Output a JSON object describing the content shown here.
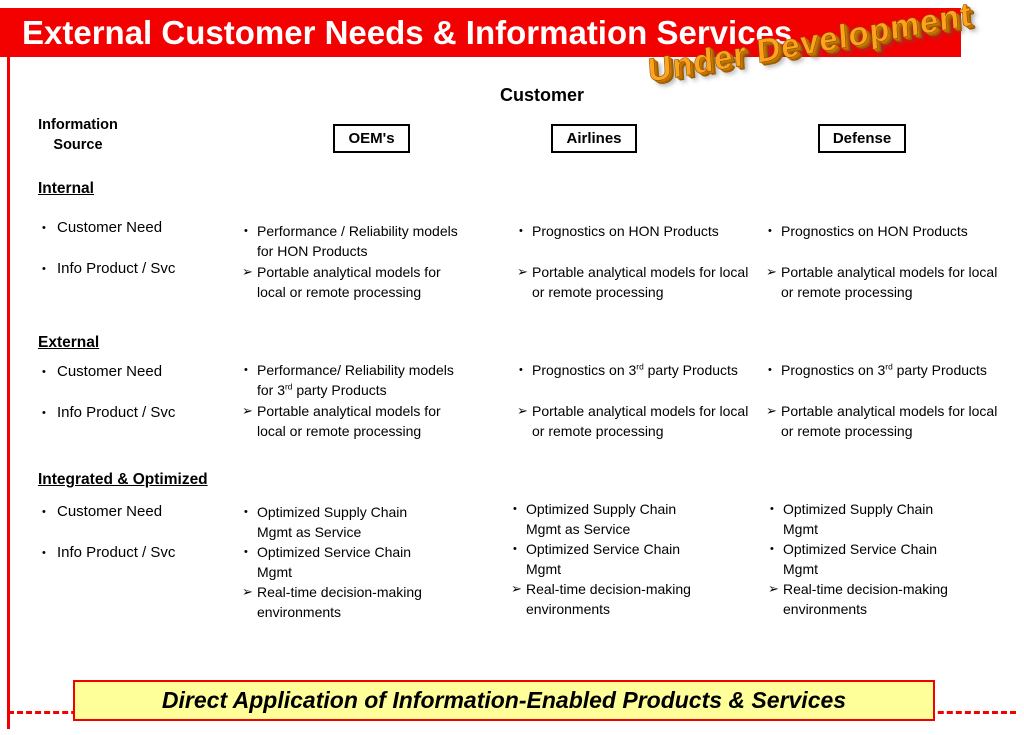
{
  "banner": {
    "title": "External Customer Needs & Information Services"
  },
  "stamp": {
    "text": "Under Development"
  },
  "customer_header": "Customer",
  "info_source": {
    "line1": "Information",
    "line2": "Source"
  },
  "markers": {
    "dot": "•",
    "arrow": "➢"
  },
  "columns": [
    {
      "label": "OEM's"
    },
    {
      "label": "Airlines"
    },
    {
      "label": "Defense"
    }
  ],
  "sections": [
    {
      "title": "Internal",
      "rows": [
        "Customer Need",
        "Info Product / Svc"
      ],
      "cells": [
        [
          {
            "marker": "dot",
            "text": "Performance / Reliability models for HON Products"
          },
          {
            "marker": "arrow",
            "text": "Portable analytical models for local or remote processing"
          }
        ],
        [
          {
            "marker": "dot",
            "text": "Prognostics on HON Products"
          },
          {
            "marker": "arrow",
            "text": "Portable analytical models for local or remote processing"
          }
        ],
        [
          {
            "marker": "dot",
            "text": "Prognostics on HON Products"
          },
          {
            "marker": "arrow",
            "text": "Portable analytical models for local or remote processing"
          }
        ]
      ]
    },
    {
      "title": "External",
      "rows": [
        "Customer Need",
        "Info Product / Svc"
      ],
      "cells": [
        [
          {
            "marker": "dot",
            "text": "Performance/ Reliability models for 3rd party Products"
          },
          {
            "marker": "arrow",
            "text": "Portable analytical models for local or remote processing"
          }
        ],
        [
          {
            "marker": "dot",
            "text": "Prognostics on 3rd party Products"
          },
          {
            "marker": "arrow",
            "text": "Portable analytical models for local or remote processing"
          }
        ],
        [
          {
            "marker": "dot",
            "text": "Prognostics on 3rd party Products"
          },
          {
            "marker": "arrow",
            "text": "Portable analytical models for local or remote processing"
          }
        ]
      ]
    },
    {
      "title": "Integrated & Optimized",
      "rows": [
        "Customer Need",
        "Info Product / Svc"
      ],
      "cells": [
        [
          {
            "marker": "dot",
            "text": "Optimized Supply Chain Mgmt as Service"
          },
          {
            "marker": "dot",
            "text": "Optimized Service Chain Mgmt"
          },
          {
            "marker": "arrow",
            "text": "Real-time decision-making environments"
          }
        ],
        [
          {
            "marker": "dot",
            "text": "Optimized Supply Chain Mgmt as Service"
          },
          {
            "marker": "dot",
            "text": "Optimized Service Chain Mgmt"
          },
          {
            "marker": "arrow",
            "text": "Real-time decision-making environments"
          }
        ],
        [
          {
            "marker": "dot",
            "text": "Optimized Supply Chain Mgmt"
          },
          {
            "marker": "dot",
            "text": "Optimized Service Chain Mgmt"
          },
          {
            "marker": "arrow",
            "text": "Real-time decision-making environments"
          }
        ]
      ]
    }
  ],
  "footer": {
    "text": "Direct Application of Information-Enabled Products & Services"
  },
  "colors": {
    "banner_red": "#f30000",
    "stamp_orange": "#ffa21e",
    "footer_yellow": "#ffff99",
    "line_red": "#f30000"
  }
}
